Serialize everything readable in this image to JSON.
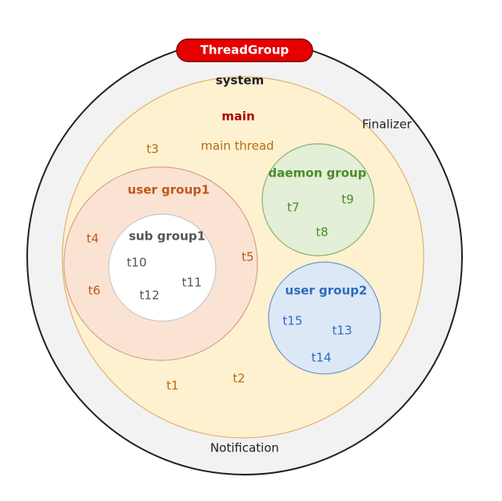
{
  "header": {
    "badge_label": "ThreadGroup",
    "badge_color": "#e60000"
  },
  "system": {
    "label": "system",
    "finalizer_label": "Finalizer",
    "notification_label": "Notification",
    "fill": "#f2f2f2",
    "stroke": "#222222",
    "text_color": "#222222"
  },
  "main": {
    "label": "main",
    "main_thread_label": "main thread",
    "threads": [
      "t3",
      "t1",
      "t2"
    ],
    "fill": "#fdf1d0",
    "stroke": "#e0b070",
    "label_color": "#b00000",
    "thread_color": "#b86a10"
  },
  "user_group1": {
    "label": "user group1",
    "threads": [
      "t4",
      "t5",
      "t6"
    ],
    "fill": "#fbe3d3",
    "stroke": "#d8a088",
    "label_color": "#c0561a",
    "thread_color": "#c0561a"
  },
  "sub_group1": {
    "label": "sub group1",
    "threads": [
      "t10",
      "t11",
      "t12"
    ],
    "fill": "#ffffff",
    "stroke": "#c8c8c8",
    "label_color": "#555555",
    "thread_color": "#555555"
  },
  "daemon_group": {
    "label": "daemon group",
    "threads": [
      "t7",
      "t9",
      "t8"
    ],
    "fill": "#e3efd6",
    "stroke": "#8fb070",
    "label_color": "#4a8a2a",
    "thread_color": "#4a8a2a"
  },
  "user_group2": {
    "label": "user group2",
    "threads": [
      "t15",
      "t13",
      "t14"
    ],
    "fill": "#dce8f6",
    "stroke": "#6e98c8",
    "label_color": "#2e6bbf",
    "thread_color": "#2e6bbf"
  }
}
